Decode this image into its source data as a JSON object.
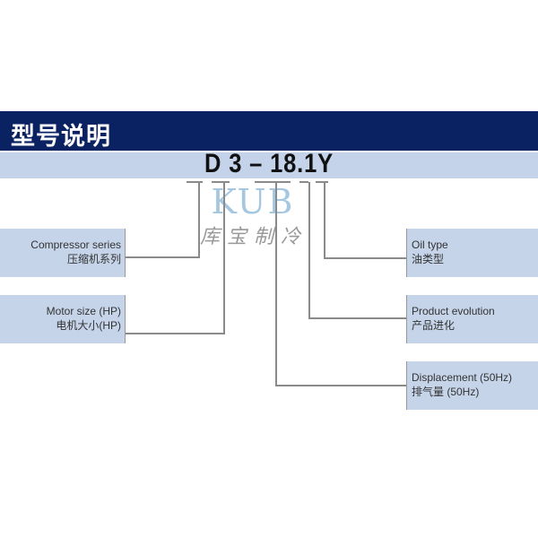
{
  "header": {
    "title": "型号说明"
  },
  "model_code": "D 3 – 18.1Y",
  "watermark": {
    "logo": "KUB",
    "text": "库宝制冷"
  },
  "left_labels": [
    {
      "en": "Compressor series",
      "zh": "压缩机系列"
    },
    {
      "en": "Motor size (HP)",
      "zh": "电机大小(HP)"
    }
  ],
  "right_labels": [
    {
      "en": "Oil type",
      "zh": "油类型"
    },
    {
      "en": "Product evolution",
      "zh": "产品进化"
    },
    {
      "en": "Displacement (50Hz)",
      "zh": "排气量 (50Hz)"
    }
  ],
  "colors": {
    "header": "#0b2262",
    "band": "#c4d2ea",
    "box": "#c6d4ea",
    "line": "#8a8a8a"
  }
}
